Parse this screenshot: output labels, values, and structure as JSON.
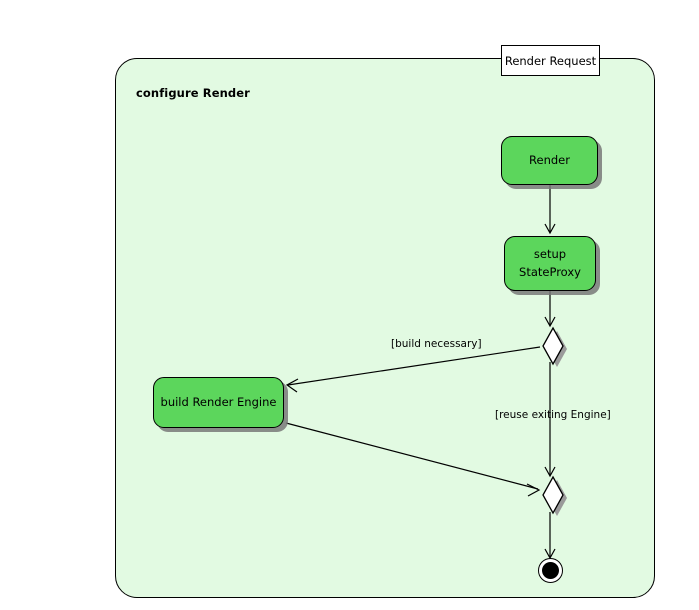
{
  "diagram": {
    "type": "uml-activity-diagram",
    "frame_title": "configure Render",
    "colors": {
      "frame_background": "#e2fae2",
      "action_fill": "#5cd65c",
      "node_stroke": "#000000",
      "shadow": "#787878",
      "pin_fill": "#ffffff",
      "page_background": "#ffffff"
    }
  },
  "pin": {
    "label": "Render Request"
  },
  "actions": [
    {
      "id": "render",
      "label": "Render",
      "line1": "Render",
      "line2": ""
    },
    {
      "id": "setup-stateproxy",
      "label": "setup StateProxy",
      "line1": "setup",
      "line2": "StateProxy"
    },
    {
      "id": "build-render-engine",
      "label": "build Render Engine",
      "line1": "build Render Engine",
      "line2": ""
    }
  ],
  "decisions": [
    {
      "id": "decision-node",
      "shape": "diamond"
    },
    {
      "id": "merge-node",
      "shape": "diamond"
    }
  ],
  "final_node": {
    "id": "activity-final",
    "shape": "filled-circle"
  },
  "edge_labels": [
    {
      "id": "guard-build",
      "text": "[build necessary]"
    },
    {
      "id": "guard-reuse",
      "text": "[reuse exiting Engine]"
    }
  ],
  "edges": [
    {
      "from": "render",
      "to": "setup-stateproxy"
    },
    {
      "from": "setup-stateproxy",
      "to": "decision-node"
    },
    {
      "from": "decision-node",
      "to": "build-render-engine",
      "guard": "[build necessary]"
    },
    {
      "from": "decision-node",
      "to": "merge-node",
      "guard": "[reuse exiting Engine]"
    },
    {
      "from": "build-render-engine",
      "to": "merge-node"
    },
    {
      "from": "merge-node",
      "to": "activity-final"
    }
  ]
}
